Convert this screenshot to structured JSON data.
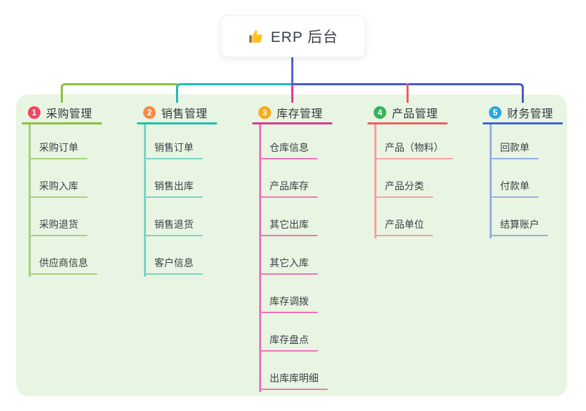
{
  "root": {
    "icon": "thumbs-up-icon",
    "icon_char": "👍",
    "label": "ERP 后台"
  },
  "canvas": {
    "page_bg": "#ffffff",
    "panel_bg": "#e8f5e2",
    "stem_color": "#5563d2",
    "bus_color": "#4858cd"
  },
  "branches": [
    {
      "badge": "1",
      "label": "采购管理",
      "badge_color": "#f0475f",
      "line_color": "#8cbf41",
      "child_line_color": "#a6d07c",
      "children": [
        "采购订单",
        "采购入库",
        "采购退货",
        "供应商信息"
      ]
    },
    {
      "badge": "2",
      "label": "销售管理",
      "badge_color": "#fa8a44",
      "line_color": "#1ebdb0",
      "child_line_color": "#7cd2c5",
      "children": [
        "销售订单",
        "销售出库",
        "销售退货",
        "客户信息"
      ]
    },
    {
      "badge": "3",
      "label": "库存管理",
      "badge_color": "#f9ab18",
      "line_color": "#dd3a92",
      "child_line_color": "#ed74ba",
      "children": [
        "仓库信息",
        "产品库存",
        "其它出库",
        "其它入库",
        "库存调拨",
        "库存盘点",
        "出库库明细"
      ]
    },
    {
      "badge": "4",
      "label": "产品管理",
      "badge_color": "#33b458",
      "line_color": "#f15b5e",
      "child_line_color": "#f7a0a0",
      "children": [
        "产品（物料）",
        "产品分类",
        "产品单位"
      ]
    },
    {
      "badge": "5",
      "label": "财务管理",
      "badge_color": "#2aa8e0",
      "line_color": "#3f62d2",
      "child_line_color": "#93afe5",
      "children": [
        "回款单",
        "付款单",
        "结算账户"
      ]
    }
  ]
}
